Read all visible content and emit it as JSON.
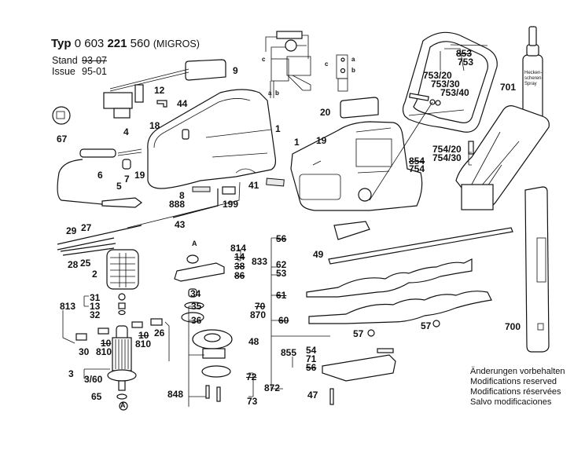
{
  "header": {
    "typ_label": "Typ",
    "typ_prefix": "0 603",
    "typ_bold": "221",
    "typ_suffix": "560",
    "variant": "(MIGROS)",
    "stand_label": "Stand",
    "stand_value": "93-07",
    "issue_label": "Issue",
    "issue_value": "95-01"
  },
  "notice": [
    "Änderungen vorbehalten",
    "Modifications reserved",
    "Modifications réservées",
    "Salvo modificaciones"
  ],
  "spray_label": [
    "Hecken-",
    "scheren-",
    "Spray"
  ],
  "wiring": {
    "a": "a",
    "b": "b",
    "c": "c"
  },
  "callouts": {
    "p9": "9",
    "p12": "12",
    "p44": "44",
    "p18": "18",
    "p4": "4",
    "p67": "67",
    "p1a": "1",
    "p1b": "1",
    "p19a": "19",
    "p19b": "19",
    "p20": "20",
    "p6": "6",
    "p7": "7",
    "p5": "5",
    "p8": "8",
    "p888": "888",
    "p199": "199",
    "p41": "41",
    "p43": "43",
    "p853": "853",
    "p753": "753",
    "p753_20": "753/20",
    "p753_30": "753/30",
    "p753_40": "753/40",
    "p701": "701",
    "p754_20": "754/20",
    "p754_30": "754/30",
    "p854": "854",
    "p754": "754",
    "p29": "29",
    "p27": "27",
    "p28": "28",
    "p25": "25",
    "p2": "2",
    "p31": "31",
    "p13": "13",
    "p32": "32",
    "p813": "813",
    "p30": "30",
    "p810a": "810",
    "p10a": "10",
    "p10b": "10",
    "p810b": "810",
    "p26": "26",
    "p3": "3",
    "p3_60": "3/60",
    "p65": "65",
    "pA1": "A",
    "pA2": "A",
    "p814": "814",
    "p14": "14",
    "p38": "38",
    "p86": "86",
    "p833": "833",
    "p34": "34",
    "p35": "35",
    "p36": "36",
    "p48": "48",
    "p72": "72",
    "p872": "872",
    "p73": "73",
    "p848": "848",
    "p56a": "56",
    "p49": "49",
    "p62": "62",
    "p53": "53",
    "p61": "61",
    "p70": "70",
    "p870": "870",
    "p60": "60",
    "p57a": "57",
    "p57b": "57",
    "p855": "855",
    "p54": "54",
    "p71": "71",
    "p56b": "56",
    "p47": "47",
    "p700": "700"
  }
}
